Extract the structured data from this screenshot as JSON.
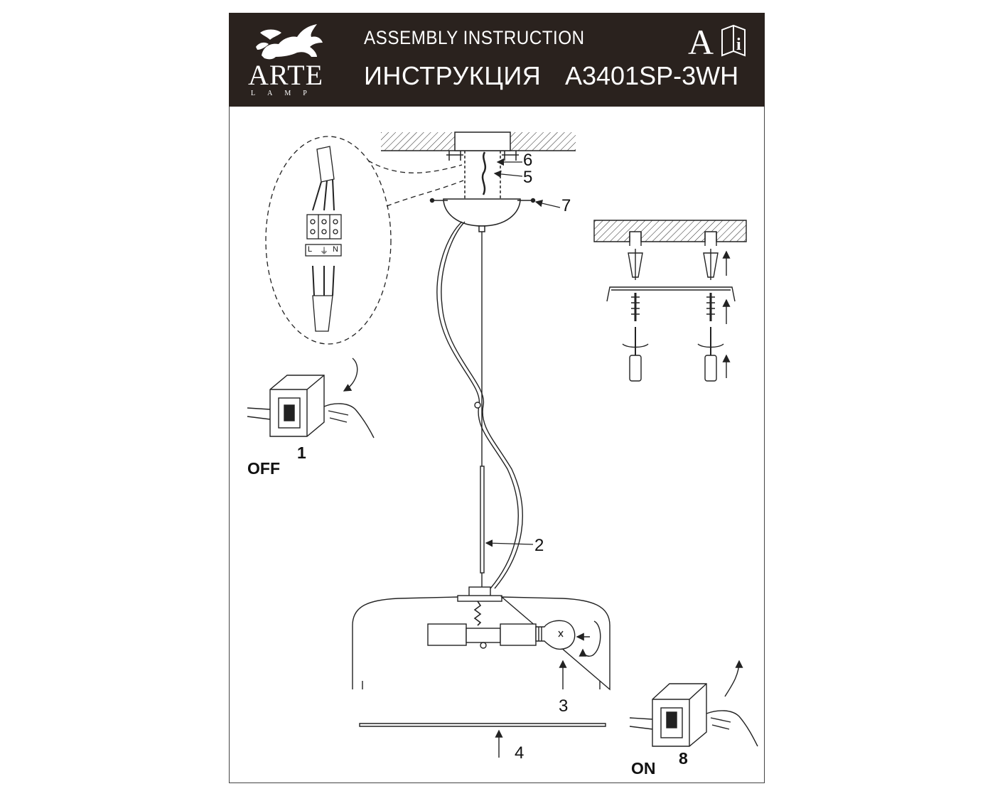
{
  "header": {
    "brand": "ARTE",
    "brand_sub": "LAMP",
    "title_en": "ASSEMBLY INSTRUCTION",
    "title_ru": "ИНСТРУКЦИЯ",
    "model": "A3401SP-3WH",
    "letter": "A",
    "info_icon": "info-book-icon"
  },
  "wiring": {
    "terminals": [
      "L",
      "⏚",
      "N"
    ]
  },
  "steps": {
    "off_label": "OFF",
    "off_number": "1",
    "on_label": "ON",
    "on_number": "8"
  },
  "callouts": {
    "c2": "2",
    "c3": "3",
    "c4": "4",
    "c5": "5",
    "c6": "6",
    "c7": "7"
  },
  "colors": {
    "header_bg": "#2a221e",
    "line": "#222222"
  }
}
